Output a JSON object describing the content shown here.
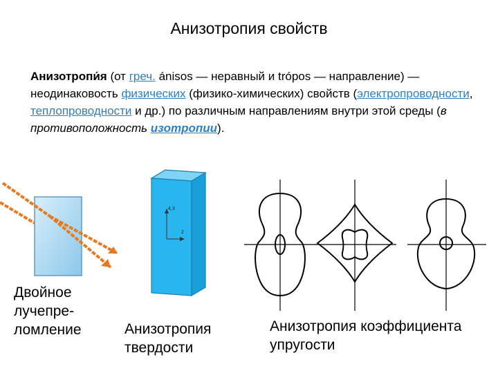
{
  "slide": {
    "title": "Анизотропия свойств",
    "definition": {
      "term": "Анизотропи́я",
      "t1": " (от ",
      "link_greek": "греч.",
      "t2": " ánisos — неравный и trópos — направление) — неодинаковость ",
      "link_physical": "физических",
      "t3": " (физико-химических) свойств (",
      "link_electro": "электропроводности",
      "t4": ", ",
      "link_thermo": "теплопроводности",
      "t5": " и др.) по различным направлениям внутри этой среды (",
      "italic_in_contrast": "в противоположность ",
      "link_isotropy": "изотропии",
      "t6": ")."
    },
    "captions": {
      "birefringence": "Двойное лучепре-ломление",
      "hardness": "Анизотропия твердости",
      "elasticity": "Анизотропия коэффициента упругости"
    },
    "axis_labels": {
      "vertical": "4,3",
      "horizontal": "2"
    },
    "colors": {
      "arrow_orange": "#e87a1e",
      "crystal_blue": "#29b5ee",
      "prism_blue": "#a9d7ef",
      "link_blue": "#2f7fbf"
    }
  }
}
